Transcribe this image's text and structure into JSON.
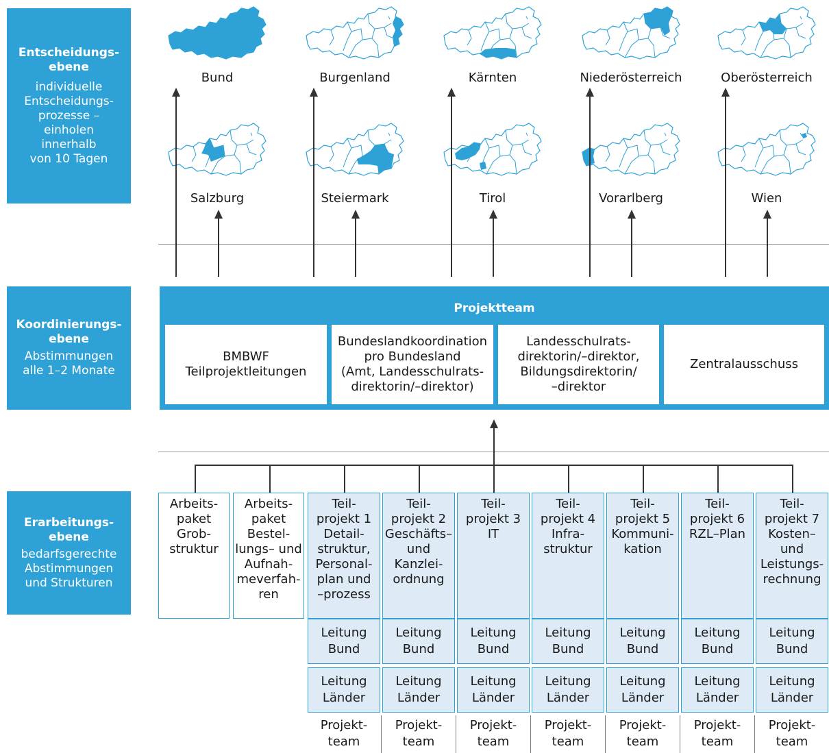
{
  "levels": {
    "decision": {
      "title": "Entscheidungs-\nebene",
      "desc": "individuelle\nEntscheidungs-\nprozesse –\neinholen\ninnerhalb\nvon 10 Tagen"
    },
    "coordination": {
      "title": "Koordinierungs-\nebene",
      "desc": "Abstimmungen\nalle 1–2 Monate"
    },
    "work": {
      "title": "Erarbeitungs-\nebene",
      "desc": "bedarfsgerechte\nAbstimmungen\nund Strukturen"
    }
  },
  "states_row1": [
    "Bund",
    "Burgenland",
    "Kärnten",
    "Niederösterreich",
    "Oberösterreich"
  ],
  "states_row2": [
    "Salzburg",
    "Steiermark",
    "Tirol",
    "Vorarlberg",
    "Wien"
  ],
  "project_team": {
    "title": "Projektteam",
    "cells": [
      "BMBWF\nTeilprojektleitungen",
      "Bundeslandkoordination\npro Bundesland\n(Amt, Landesschulrats-\ndirektorin/–direktor)",
      "Landesschulrats-\ndirektorin/–direktor,\nBildungsdirektorin/\n–direktor",
      "Zentralausschuss"
    ]
  },
  "work_packages": [
    "Arbeits-\npaket\nGrob-\nstruktur",
    "Arbeits-\npaket\nBestel-\nlungs– und\nAufnah-\nmeverfah-\nren"
  ],
  "subprojects": [
    "Teil-\nprojekt 1\nDetail-\nstruktur,\nPersonal-\nplan und\n–prozess",
    "Teil-\nprojekt 2\nGeschäfts–\nund\nKanzlei-\nordnung",
    "Teil-\nprojekt 3\nIT",
    "Teil-\nprojekt 4\nInfra-\nstruktur",
    "Teil-\nprojekt 5\nKommuni-\nkation",
    "Teil-\nprojekt 6\nRZL–Plan",
    "Teil-\nprojekt 7\nKosten–\nund\nLeistungs-\nrechnung"
  ],
  "lead_bund": "Leitung\nBund",
  "lead_laender": "Leitung\nLänder",
  "project_team_label": "Projekt-\nteam",
  "colors": {
    "accent": "#2ea2d6",
    "light": "#deebf6",
    "line": "#333333"
  }
}
